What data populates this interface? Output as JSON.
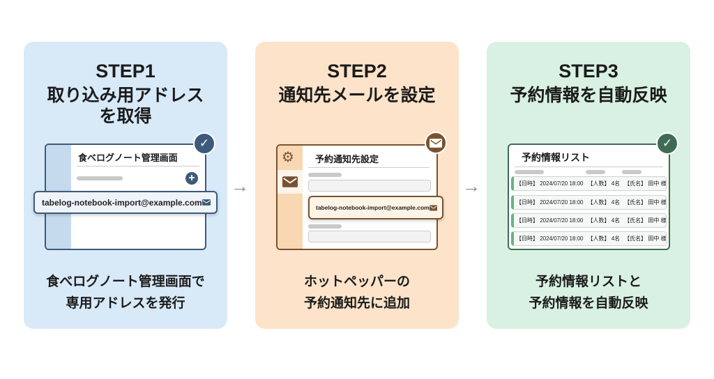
{
  "steps": [
    {
      "label": "STEP1",
      "title": [
        "取り込み用アドレス",
        "を取得"
      ],
      "window_title": "食べログノート管理画面",
      "email": "tabelog-notebook-import@example.com",
      "description": [
        "食べログノート管理画面で",
        "専用アドレスを発行"
      ],
      "badge_icon": "check-icon",
      "color": "#3d5a7a"
    },
    {
      "label": "STEP2",
      "title": [
        "通知先メールを設定"
      ],
      "window_title": "予約通知先設定",
      "email": "tabelog-notebook-import@example.com",
      "description": [
        "ホットペッパーの",
        "予約通知先に追加"
      ],
      "badge_icon": "envelope-icon",
      "color": "#7a5230"
    },
    {
      "label": "STEP3",
      "title": [
        "予約情報を自動反映"
      ],
      "window_title": "予約情報リスト",
      "description": [
        "予約情報リストと",
        "予約情報を自動反映"
      ],
      "badge_icon": "check-icon",
      "color": "#3f6b55",
      "rows": [
        {
          "date": "【日時】 2024/07/20 18:00",
          "people": "【人数】 4名",
          "name": "【氏名】 田中 様"
        },
        {
          "date": "【日時】 2024/07/20 18:00",
          "people": "【人数】 4名",
          "name": "【氏名】 田中 様"
        },
        {
          "date": "【日時】 2024/07/20 18:00",
          "people": "【人数】 4名",
          "name": "【氏名】 田中 様"
        },
        {
          "date": "【日時】 2024/07/20 18:00",
          "people": "【人数】 4名",
          "name": "【氏名】 田中 様"
        }
      ]
    }
  ],
  "arrow_icon": "arrow-right-icon"
}
